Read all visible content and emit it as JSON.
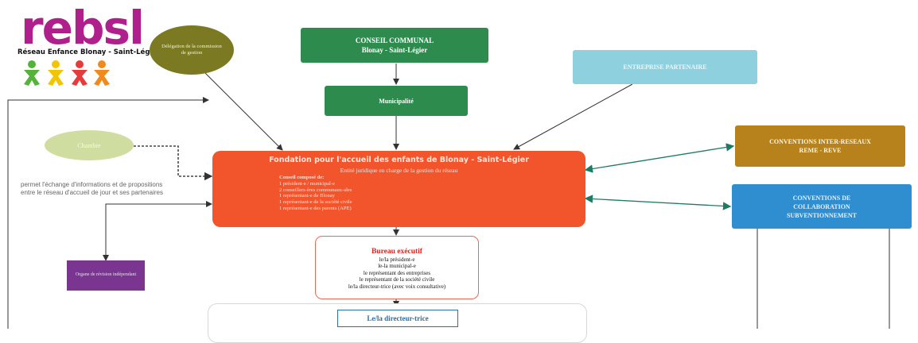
{
  "logo": {
    "wordmark": "rebsl",
    "tagline": "Réseau Enfance Blonay - Saint-Légier"
  },
  "nodes": {
    "delegation": "Délégation de la commission de gestion",
    "conseil_communal": [
      "CONSEIL COMMUNAL",
      "Blonay - Saint-Légier"
    ],
    "municipalite": "Municipalité",
    "entreprise_partenaire": "ENTREPRISE PARTENAIRE",
    "chambre": "Chambre",
    "chambre_desc": [
      "permet l'échange d'informations et de propositions",
      "entre le réseau d'accueil de jour et ses partenaires"
    ],
    "fondation": {
      "title": "Fondation pour l'accueil des enfants de Blonay - Saint-Légier",
      "subtitle": "Entité juridique en charge de la gestion du réseau",
      "conseil_heading": "Conseil composé de:",
      "members": [
        "1 président-e / municipal-e",
        "2 conseillers-ères communaux-ales",
        "1 représentant-e de Blonay",
        "1 représentant-e de la société civile",
        "1 représentant-e des parents (APE)"
      ]
    },
    "conventions_reseaux": [
      "CONVENTIONS INTER-RESEAUX",
      "REME - REVE"
    ],
    "conventions_collab": [
      "CONVENTIONS DE",
      "COLLABORATION",
      "SUBVENTIONNEMENT"
    ],
    "organe_revision": "Organe de révision indépendant",
    "bureau": {
      "title": "Bureau exécutif",
      "members": [
        "le/la président-e",
        "le-la municipal-e",
        "le représentant des entreprises",
        "le représentant de la société civile",
        "le/la directeur-trice (avec voix consultative)"
      ]
    },
    "directeur": "Le/la directeur-trice"
  },
  "colors": {
    "green": "#2e8b4e",
    "olive": "#7b7a22",
    "light_green": "#cfdea0",
    "sky": "#8fd0de",
    "orange_red": "#f2542c",
    "gold": "#b7811b",
    "blue": "#2f8ed0",
    "purple": "#7a3591",
    "teal_arrow": "#1e7a63",
    "bureau_red": "#e0231e",
    "directeur_blue": "#2a6fa8"
  },
  "icons": [
    "people-figures-icon"
  ]
}
